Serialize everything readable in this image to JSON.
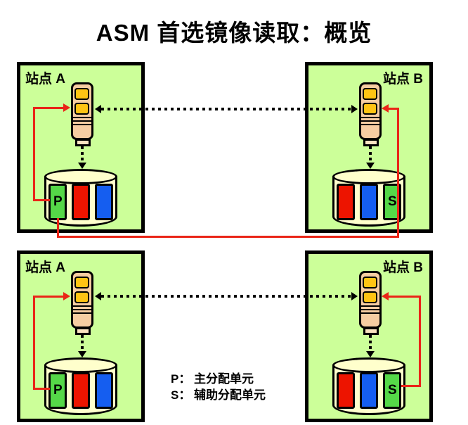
{
  "title": "ASM 首选镜像读取：概览",
  "colors": {
    "ink": "#000000",
    "page-bg": "#ffffff",
    "site-green": "#ccff99",
    "server-peach": "#f6cda2",
    "pedestal-peach": "#fbe3c2",
    "led-yellow": "#ffc414",
    "disk-cream": "#ffffcc",
    "red-arrow": "#ea2517"
  },
  "legend": {
    "line1": "P： 主分配单元",
    "line2": "S： 辅助分配单元"
  },
  "sites": [
    {
      "label": "站点 A",
      "segments": [
        {
          "color": "#55d848",
          "letter": "P"
        },
        {
          "color": "#ed1400",
          "letter": ""
        },
        {
          "color": "#155ef0",
          "letter": ""
        }
      ]
    },
    {
      "label": "站点 B",
      "segments": [
        {
          "color": "#ed1400",
          "letter": ""
        },
        {
          "color": "#155ef0",
          "letter": ""
        },
        {
          "color": "#55d848",
          "letter": "S"
        }
      ]
    },
    {
      "label": "站点 A",
      "segments": [
        {
          "color": "#55d848",
          "letter": "P"
        },
        {
          "color": "#ed1400",
          "letter": ""
        },
        {
          "color": "#155ef0",
          "letter": ""
        }
      ]
    },
    {
      "label": "站点 B",
      "segments": [
        {
          "color": "#ed1400",
          "letter": ""
        },
        {
          "color": "#155ef0",
          "letter": ""
        },
        {
          "color": "#55d848",
          "letter": "S"
        }
      ]
    }
  ]
}
